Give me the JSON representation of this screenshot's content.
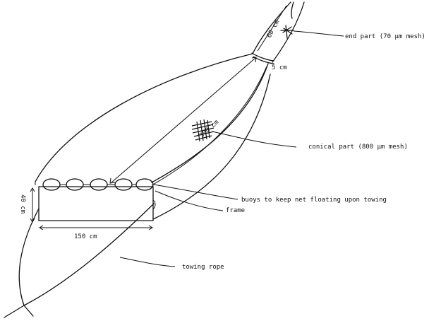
{
  "labels": {
    "end_part": "end part (70 µm mesh)",
    "conical_part": "conical part (800 µm mesh)",
    "buoys": "buoys to keep net floating upon towing",
    "frame": "frame",
    "towing_rope": "towing rope"
  },
  "dimensions": {
    "height": "40 cm",
    "width": "150 cm",
    "cone_length": "300 cm",
    "end_length": "60 cm",
    "ring": "5 cm"
  }
}
